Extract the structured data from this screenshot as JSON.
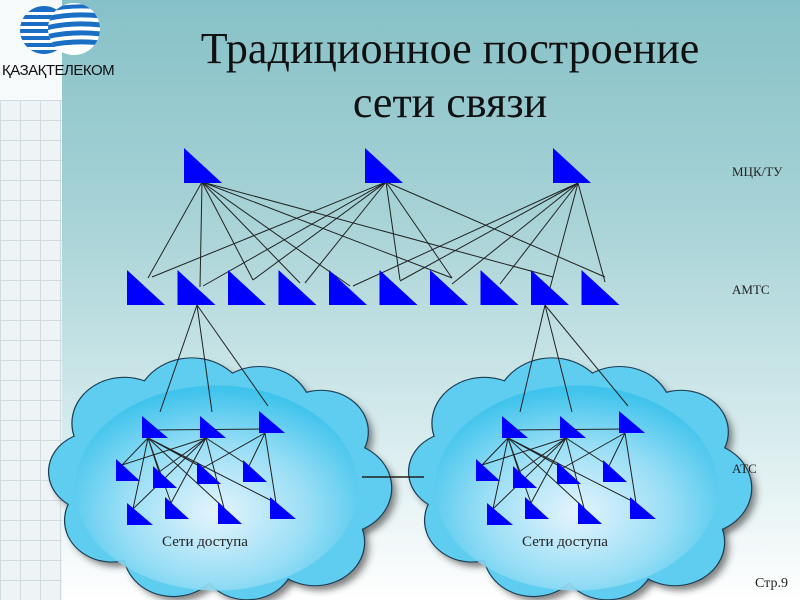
{
  "logo": {
    "text": "ҚАЗАҚТЕЛЕКОМ"
  },
  "title": {
    "line1": "Традиционное построение",
    "line2": "сети связи"
  },
  "levels": {
    "top": "МЦК/ТУ",
    "middle": "АМТС",
    "bottom": "АТС"
  },
  "clouds": [
    {
      "label": "Сети доступа"
    },
    {
      "label": "Сети доступа"
    }
  ],
  "page": {
    "number": "Стр.9"
  },
  "colors": {
    "node": "#0000ff",
    "cloud": "#55c8ee",
    "link": "#222222"
  }
}
